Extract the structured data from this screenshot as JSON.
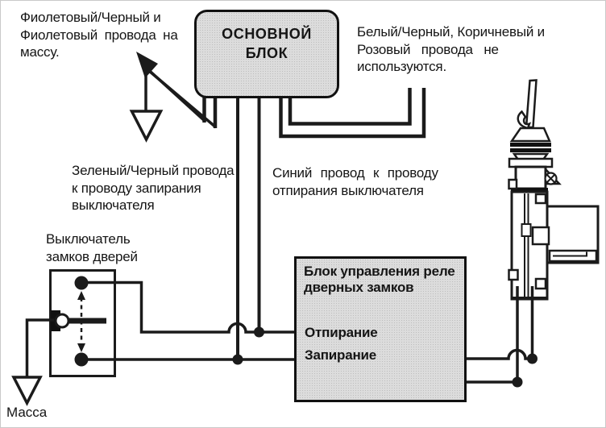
{
  "diagram": {
    "colors": {
      "background": "#ffffff",
      "wire": "#1b1b1b",
      "block_fill": "#dcdcdc",
      "block_border": "#111111"
    },
    "main_block": {
      "title_lines": [
        "ОСНОВНОЙ",
        "БЛОК"
      ]
    },
    "relay_block": {
      "title_lines": [
        "Блок управления реле",
        "дверных замков"
      ],
      "ports": {
        "unlock": "Отпирание",
        "lock": "Запирание"
      }
    },
    "door_lock_switch": {
      "label_lines": [
        "Выключатель",
        "замков дверей"
      ]
    },
    "notes": {
      "violet": {
        "lines": [
          "Фиолетовый/Черный и",
          "Фиолетовый провода на",
          "массу."
        ]
      },
      "unused": {
        "lines": [
          "Белый/Черный, Коричневый и",
          "Розовый провода не",
          "используются."
        ]
      },
      "green": {
        "lines": [
          "Зеленый/Черный провода",
          "к проводу запирания",
          "выключателя"
        ]
      },
      "blue": {
        "lines": [
          "Синий провод к проводу",
          "отпирания выключателя"
        ]
      }
    },
    "ground_label": "Масса"
  }
}
